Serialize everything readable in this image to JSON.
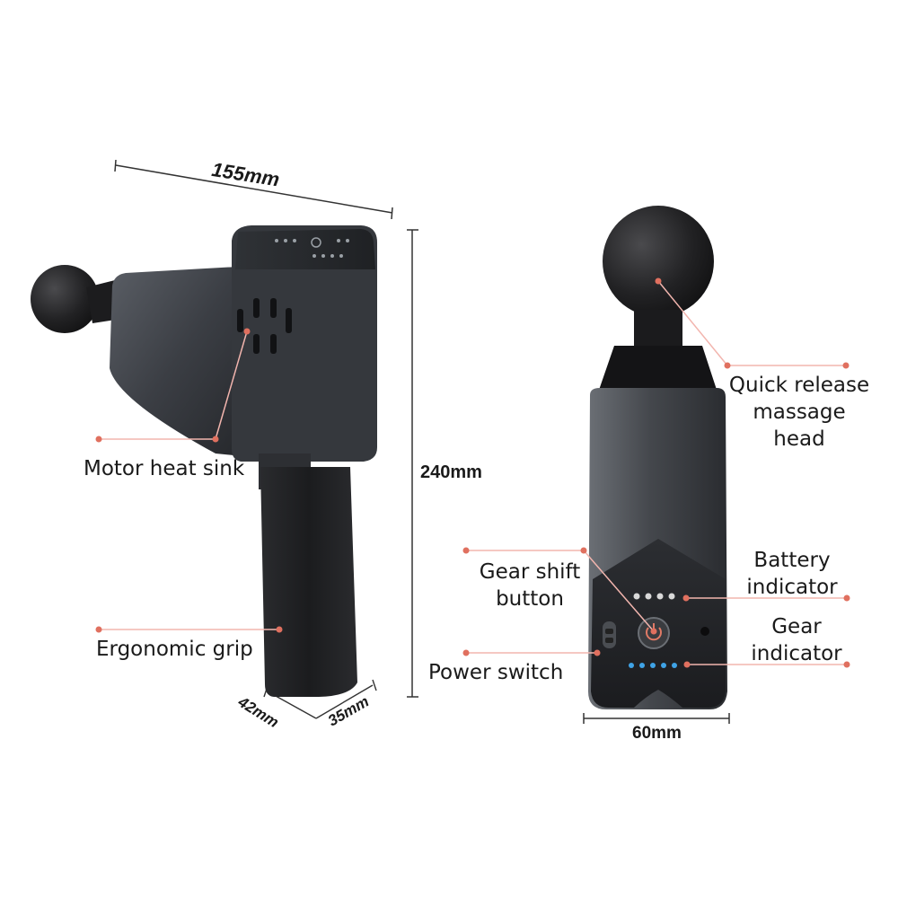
{
  "dimensions": {
    "length": "155mm",
    "height": "240mm",
    "grip_depth": "42mm",
    "grip_width": "35mm",
    "width": "60mm"
  },
  "labels": {
    "motor_heat_sink": "Motor heat sink",
    "ergonomic_grip": "Ergonomic grip",
    "quick_release": [
      "Quick release",
      "massage",
      "head"
    ],
    "gear_shift_button": [
      "Gear shift",
      "button"
    ],
    "battery_indicator": [
      "Battery",
      "indicator"
    ],
    "gear_indicator": [
      "Gear",
      "indicator"
    ],
    "power_switch": "Power switch"
  },
  "colors": {
    "leader_line": "#f2b5ae",
    "leader_dot": "#e0705f",
    "body_dark": "#3a3d42",
    "grip": "#1e1e20",
    "gear_led": "#3fa3e6",
    "battery_led": "#d9d9d9"
  },
  "icons": {
    "power_button": "power-icon"
  }
}
